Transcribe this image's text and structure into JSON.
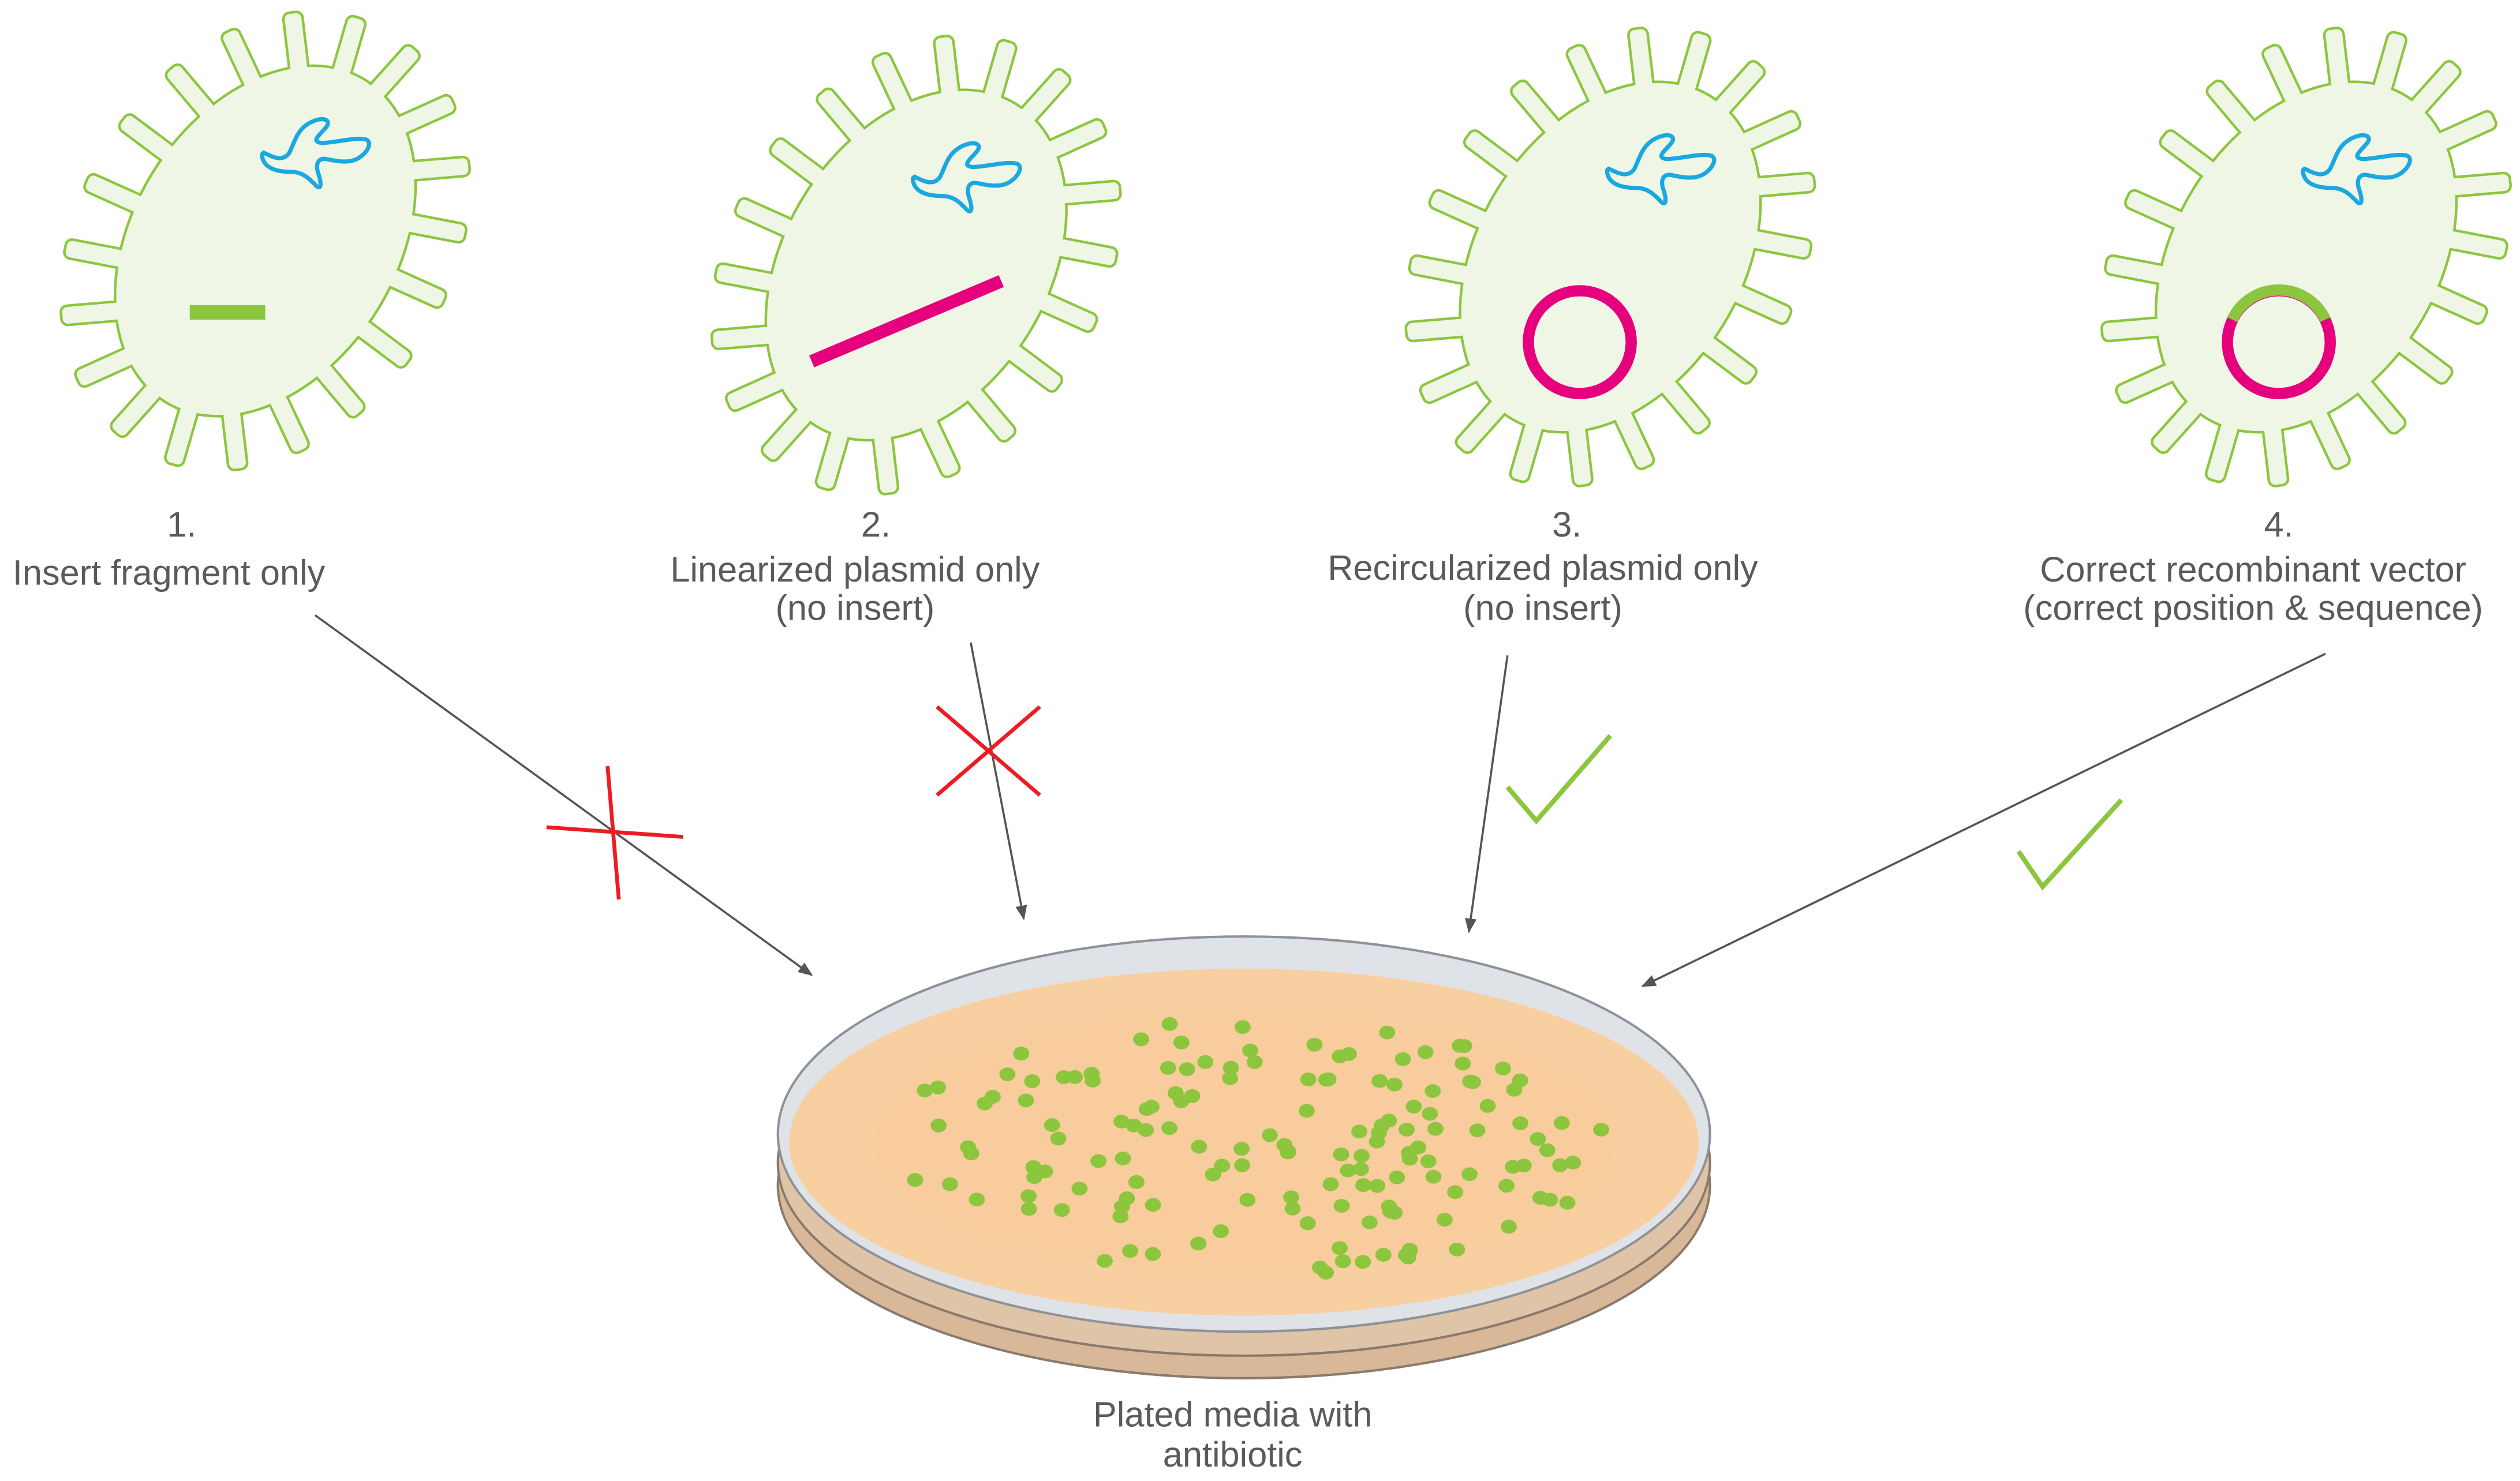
{
  "scenarios": [
    {
      "number": "1.",
      "line1": "Insert fragment only",
      "line2": "",
      "result": "no-growth",
      "content": "insert-fragment"
    },
    {
      "number": "2.",
      "line1": "Linearized plasmid only",
      "line2": "(no insert)",
      "result": "no-growth",
      "content": "linear-plasmid"
    },
    {
      "number": "3.",
      "line1": "Recircularized plasmid only",
      "line2": "(no insert)",
      "result": "growth",
      "content": "circular-plasmid"
    },
    {
      "number": "4.",
      "line1": "Correct recombinant vector",
      "line2": "(correct position & sequence)",
      "result": "growth",
      "content": "recombinant-plasmid"
    }
  ],
  "plate": {
    "line1": "Plated media with",
    "line2": "antibiotic"
  },
  "colors": {
    "cell_fill": "#eff6e6",
    "cell_stroke": "#8cc63f",
    "chromosome": "#1ba8e0",
    "plasmid": "#e6007e",
    "insert": "#8cc63f",
    "cross": "#ed1c24",
    "check": "#8cc63f",
    "arrow": "#555555",
    "agar": "#f7cfa0",
    "colony": "#8cc63f"
  },
  "icons": {
    "fail": "cross-mark-icon",
    "success": "check-mark-icon"
  }
}
